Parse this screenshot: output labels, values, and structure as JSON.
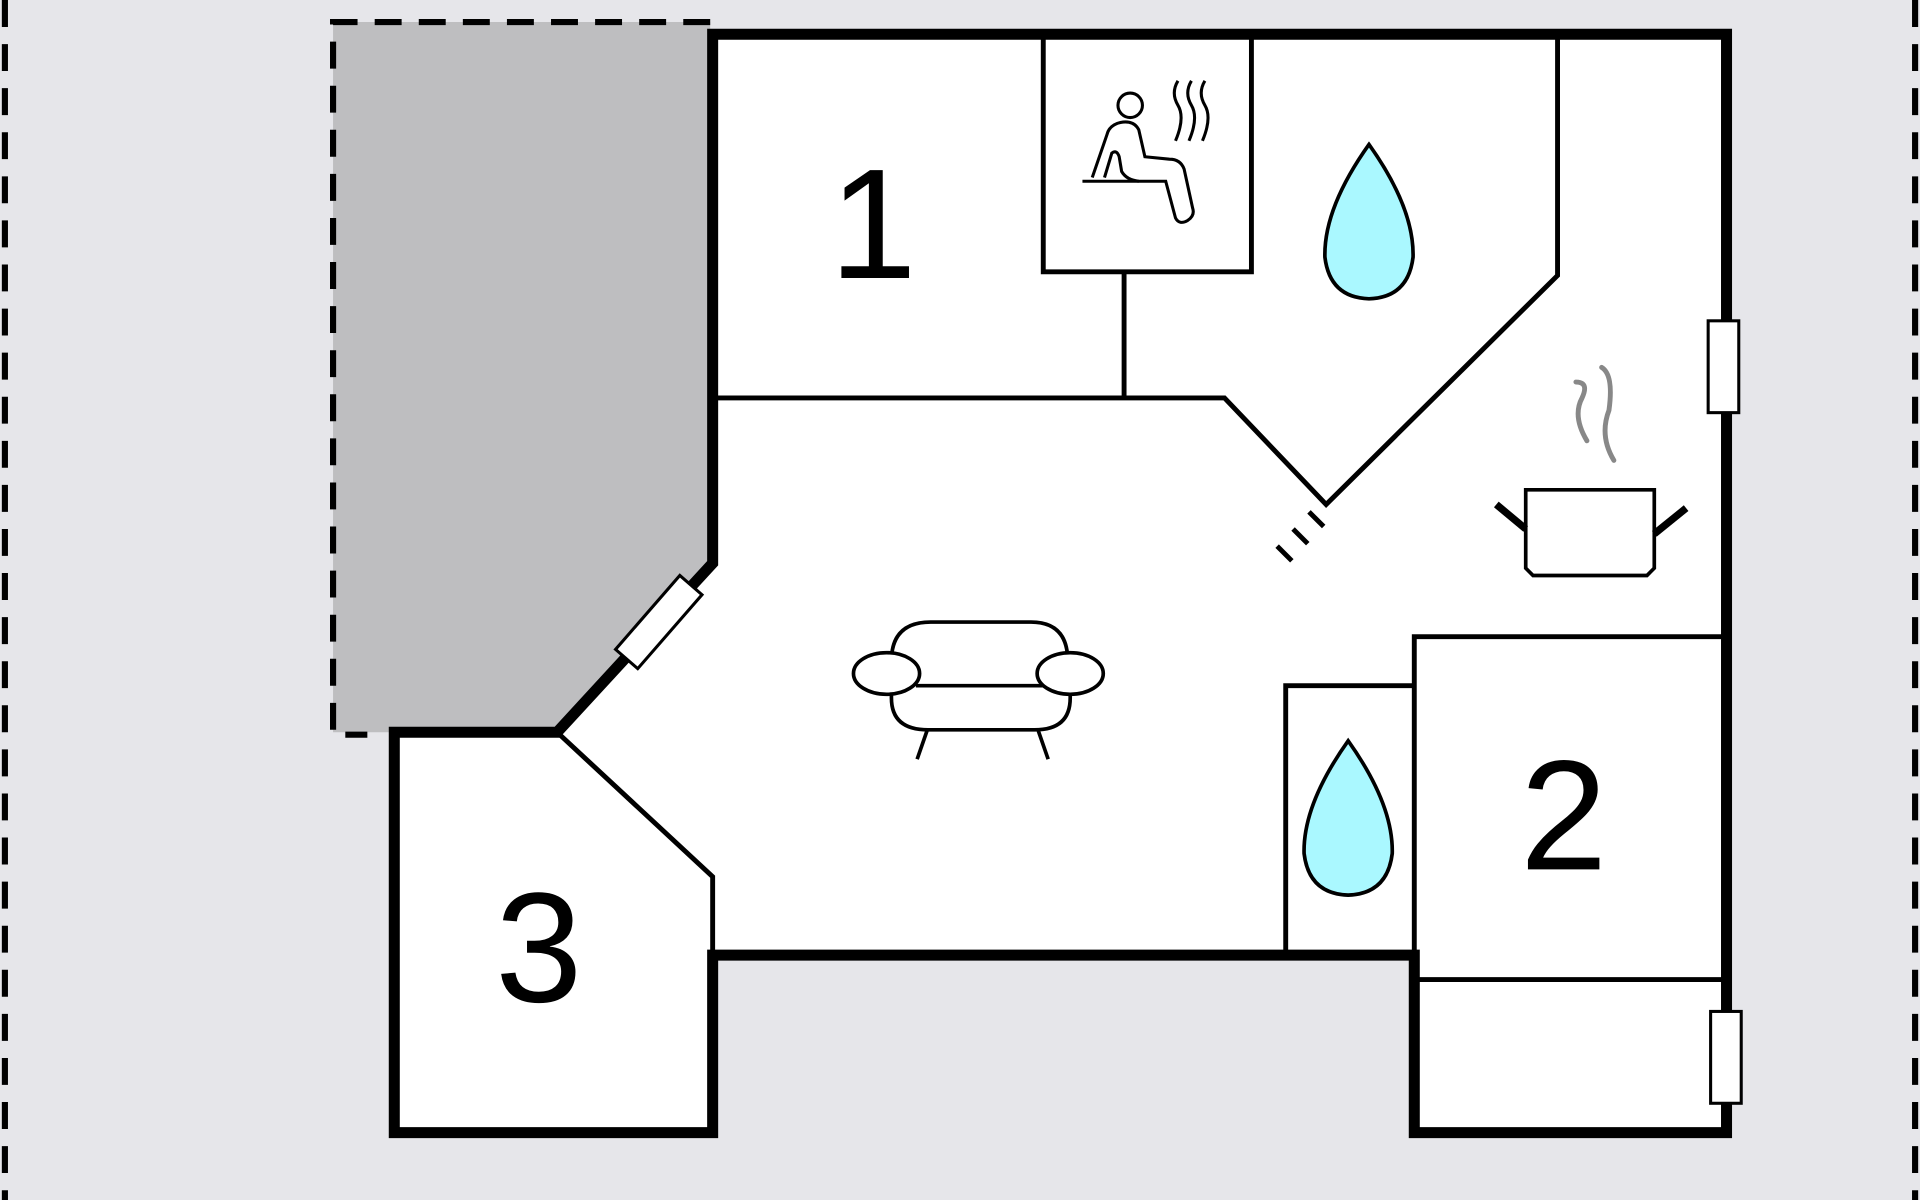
{
  "floorplan": {
    "rooms": [
      {
        "label": "1",
        "type": "bedroom"
      },
      {
        "label": "2",
        "type": "bedroom"
      },
      {
        "label": "3",
        "type": "bedroom"
      }
    ],
    "icons": [
      "sauna-icon",
      "water-drop-icon",
      "water-drop-icon",
      "sofa-icon",
      "cooking-pot-icon"
    ],
    "colors": {
      "background": "#e6e6ea",
      "terrace": "#bebec0",
      "water": "#aaf8ff",
      "wall": "#000000",
      "floor": "#ffffff"
    }
  }
}
